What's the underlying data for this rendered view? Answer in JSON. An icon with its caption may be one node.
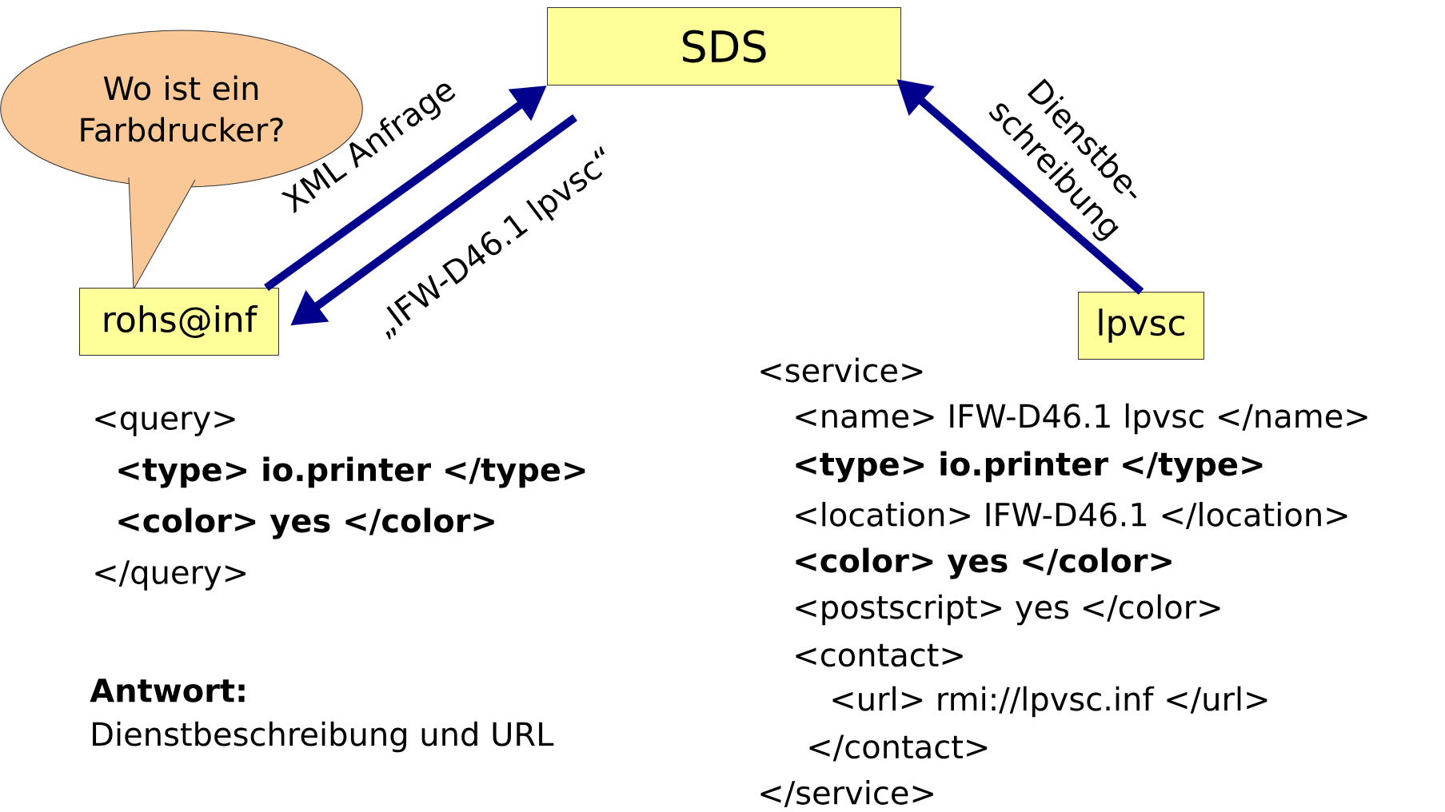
{
  "diagram": {
    "nodes": [
      {
        "text": [
          "SDS"
        ]
      },
      {
        "text": [
          "Wo ist ein Farbdrucker?"
        ]
      },
      {
        "text": [
          "rohs@inf"
        ]
      },
      {
        "text": [
          "lpvsc"
        ]
      }
    ],
    "edges": [
      {
        "from": 2,
        "to": 0,
        "arrow": "to",
        "label": "XML Anfrage"
      },
      {
        "from": 0,
        "to": 2,
        "arrow": "to",
        "label": "„IFW-D46.1 lpvsc“"
      },
      {
        "from": 3,
        "to": 0,
        "arrow": "to",
        "label": "Dienstbe- schreibung"
      }
    ],
    "labels": [
      "<query>",
      "<type> io.printer </type>",
      "<color> yes </color>",
      "</query>",
      "Antwort:",
      "Dienstbeschreibung und URL",
      "<service>",
      "<name> IFW-D46.1 lpvsc </name>",
      "<type> io.printer </type>",
      "<location> IFW-D46.1 </location>",
      "<color> yes </color>",
      "<postscript> yes </color>",
      "<contact>",
      "<url> rmi://lpvsc.inf </url>",
      "</contact>",
      "</service>"
    ]
  }
}
